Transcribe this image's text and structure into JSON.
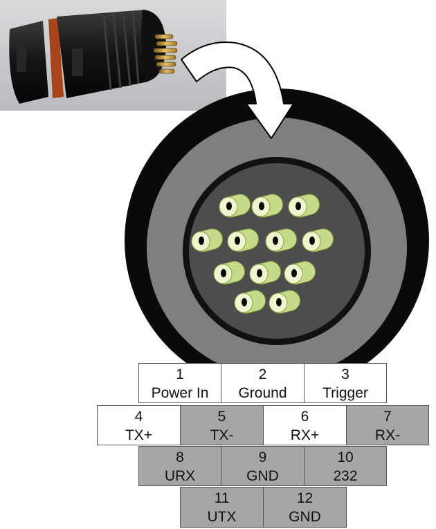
{
  "photo": {
    "description_icon": "connector-photo"
  },
  "colors": {
    "outer_ring": "#0a0a0a",
    "mid_ring": "#7f7f7f",
    "inner_face": "#4d4d4d",
    "pin_fill": "#c4dc8a",
    "pin_light": "#eef5cf",
    "cell_light": "#ffffff",
    "cell_dark": "#a6a6a6"
  },
  "pins": [
    {
      "number": "1",
      "label": "Power In"
    },
    {
      "number": "2",
      "label": "Ground"
    },
    {
      "number": "3",
      "label": "Trigger"
    },
    {
      "number": "4",
      "label": "TX+"
    },
    {
      "number": "5",
      "label": "TX-"
    },
    {
      "number": "6",
      "label": "RX+"
    },
    {
      "number": "7",
      "label": "RX-"
    },
    {
      "number": "8",
      "label": "URX"
    },
    {
      "number": "9",
      "label": "GND"
    },
    {
      "number": "10",
      "label": "232"
    },
    {
      "number": "11",
      "label": "UTX"
    },
    {
      "number": "12",
      "label": "GND"
    }
  ]
}
